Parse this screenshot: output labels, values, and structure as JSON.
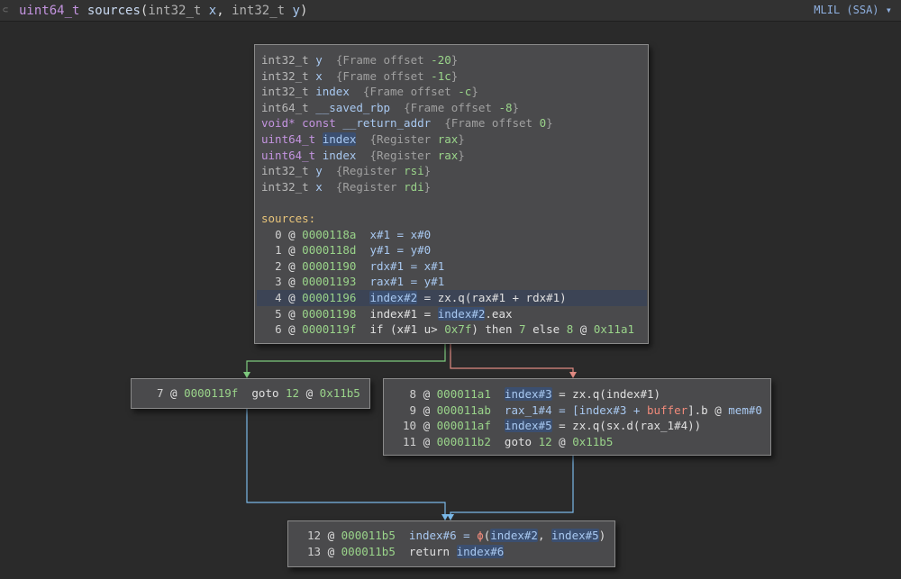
{
  "header": {
    "return_type": "uint64_t",
    "function_name": "sources",
    "open_paren": "(",
    "p1_type": "int32_t",
    "p1_name": "x",
    "comma": ", ",
    "p2_type": "int32_t",
    "p2_name": "y",
    "close_paren": ")",
    "view_mode": "MLIL (SSA)",
    "view_caret": "▾"
  },
  "vars": [
    {
      "type": "int32_t",
      "name": "y",
      "note_pre": "{Frame offset ",
      "val": "-20",
      "note_post": "}"
    },
    {
      "type": "int32_t",
      "name": "x",
      "note_pre": "{Frame offset ",
      "val": "-1c",
      "note_post": "}"
    },
    {
      "type": "int32_t",
      "name": "index",
      "note_pre": "{Frame offset ",
      "val": "-c",
      "note_post": "}"
    },
    {
      "type": "int64_t",
      "name": "__saved_rbp",
      "note_pre": "{Frame offset ",
      "val": "-8",
      "note_post": "}"
    },
    {
      "type": "void* const",
      "name": "__return_addr",
      "note_pre": "{Frame offset ",
      "val": "0",
      "note_post": "}"
    },
    {
      "type": "uint64_t",
      "name": "index",
      "note_pre": "{Register ",
      "val": "rax",
      "note_post": "}"
    },
    {
      "type": "uint64_t",
      "name": "index",
      "note_pre": "{Register ",
      "val": "rax",
      "note_post": "}"
    },
    {
      "type": "int32_t",
      "name": "y",
      "note_pre": "{Register ",
      "val": "rsi",
      "note_post": "}"
    },
    {
      "type": "int32_t",
      "name": "x",
      "note_pre": "{Register ",
      "val": "rdi",
      "note_post": "}"
    }
  ],
  "label": "sources:",
  "entry": [
    {
      "idx": "0",
      "addr": "0000118a",
      "a": "x#1 = x#0"
    },
    {
      "idx": "1",
      "addr": "0000118d",
      "a": "y#1 = y#0"
    },
    {
      "idx": "2",
      "addr": "00001190",
      "a": "rdx#1 = x#1"
    },
    {
      "idx": "3",
      "addr": "00001193",
      "a": "rax#1 = y#1"
    },
    {
      "idx": "4",
      "addr": "00001196",
      "a": "index#2",
      "b": " = zx.q(rax#1 + rdx#1)"
    },
    {
      "idx": "5",
      "addr": "00001198",
      "a": "index#1 = ",
      "b": "index#2",
      ".c": "",
      "c": ".eax"
    },
    {
      "idx": "6",
      "addr": "0000119f",
      "a": "if (x#1 u> ",
      "b": "0x7f",
      "c": ") then ",
      "d": "7",
      "e": " else ",
      "f": "8",
      "g": " @ ",
      "h": "0x11a1"
    }
  ],
  "left": {
    "idx": "7",
    "addr": "0000119f",
    "op": "goto ",
    "target": "12",
    "at": " @ ",
    "taddr": "0x11b5"
  },
  "right": [
    {
      "idx": "8",
      "addr": "000011a1",
      "a": "index#3",
      "b": " = zx.q(index#1)"
    },
    {
      "idx": "9",
      "addr": "000011ab",
      "a": "rax_1#4 = [index#3 + ",
      "g": "buffer",
      "c": "].b @ ",
      "d": "mem#0"
    },
    {
      "idx": "10",
      "addr": "000011af",
      "a": "index#5",
      "b": " = zx.q(sx.d(rax_1#4))"
    },
    {
      "idx": "11",
      "addr": "000011b2",
      "op": "goto ",
      "target": "12",
      "at": " @ ",
      "taddr": "0x11b5"
    }
  ],
  "merge": [
    {
      "idx": "12",
      "addr": "000011b5",
      "a": "index#6 = ",
      "phi": "ϕ",
      "p1": "(",
      "v1": "index#2",
      ",": ", ",
      "v2": "index#5",
      "p2": ")"
    },
    {
      "idx": "13",
      "addr": "000011b5",
      "op": "return ",
      "v": "index#6"
    }
  ],
  "colors": {
    "true_edge": "#7ec97e",
    "false_edge": "#e08a82",
    "unc_edge": "#7ab8e8",
    "selection": "#3b4f70"
  }
}
